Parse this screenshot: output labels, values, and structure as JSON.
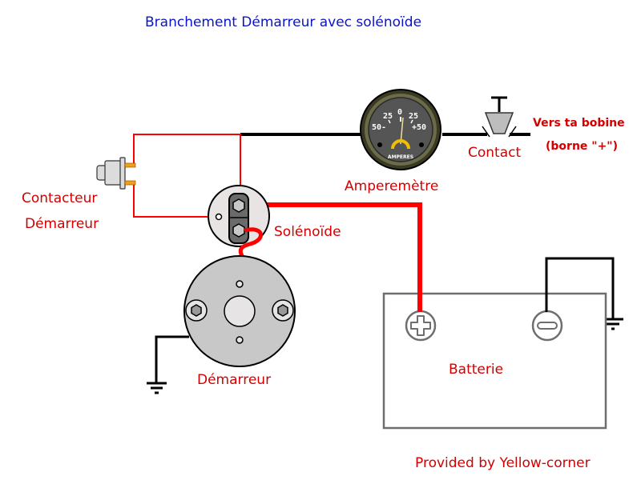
{
  "title": "Branchement Démarreur avec solénoïde",
  "colors": {
    "title": "#0a14c8",
    "labels": "#d40000",
    "red_wire": "#ff0000",
    "black_wire": "#000000",
    "battery_outline": "#6e6e6e",
    "terminal_orange": "#f0a020"
  },
  "components": {
    "ammeter": {
      "label": "Amperemètre",
      "scale": {
        "left": "50-",
        "left_mid": "25",
        "center": "0",
        "right_mid": "25",
        "right": "+50"
      },
      "unit": "AMPERES"
    },
    "ignition_switch": {
      "label": "Contact",
      "destination_line1": "Vers ta bobine",
      "destination_line2": "(borne \"+\")"
    },
    "starter_button": {
      "label_line1": "Contacteur",
      "label_line2": "Démarreur"
    },
    "solenoid": {
      "label": "Solénoïde"
    },
    "starter": {
      "label": "Démarreur"
    },
    "battery": {
      "label": "Batterie",
      "positive_terminal": "plus-icon",
      "negative_terminal": "minus-icon"
    }
  },
  "credit": "Provided by Yellow-corner"
}
